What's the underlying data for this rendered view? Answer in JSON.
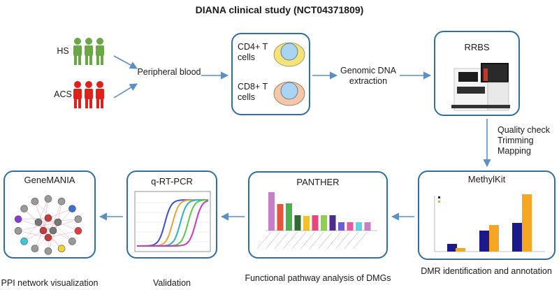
{
  "title": "DIANA clinical study  (NCT04371809)",
  "groups": [
    {
      "label": "HS",
      "color": "#6aa845"
    },
    {
      "label": "ACS",
      "color": "#e0201b"
    }
  ],
  "peripheral_blood": "Peripheral blood",
  "cells": [
    {
      "label": "CD4+ T cells",
      "color": "#f6e27a"
    },
    {
      "label": "CD8+ T cells",
      "color": "#f3c7a8"
    }
  ],
  "dna_extraction": "Genomic DNA extraction",
  "rrbs": "RRBS",
  "qc_steps": [
    "Quality check",
    "Trimming",
    "Mapping"
  ],
  "methylkit": {
    "title": "MethylKit",
    "caption": "DMR identification and annotation",
    "colors": {
      "hypo": "#1a1a8c",
      "hyper": "#f5a623"
    }
  },
  "panther": {
    "title": "PANTHER",
    "caption": "Functional pathway analysis of DMGs",
    "bar_colors": [
      "#c57ec7",
      "#e8533b",
      "#4caf50",
      "#2e6b2e",
      "#f2c12e",
      "#e8457a",
      "#8fd14f",
      "#4b2c8a",
      "#6b5bd6",
      "#e85aa0",
      "#5fd4e8"
    ]
  },
  "qrtpcr": {
    "title": "q-RT-PCR",
    "caption": "Validation",
    "curve_colors": [
      "#3a4fd6",
      "#e8a43a",
      "#2fb0c8",
      "#5ac84a",
      "#c83ab8"
    ]
  },
  "genemania": {
    "title": "GeneMANIA",
    "caption": "PPI network visualization"
  },
  "colors": {
    "arrow": "#5b8fc9",
    "border": "#2f6fa7"
  }
}
